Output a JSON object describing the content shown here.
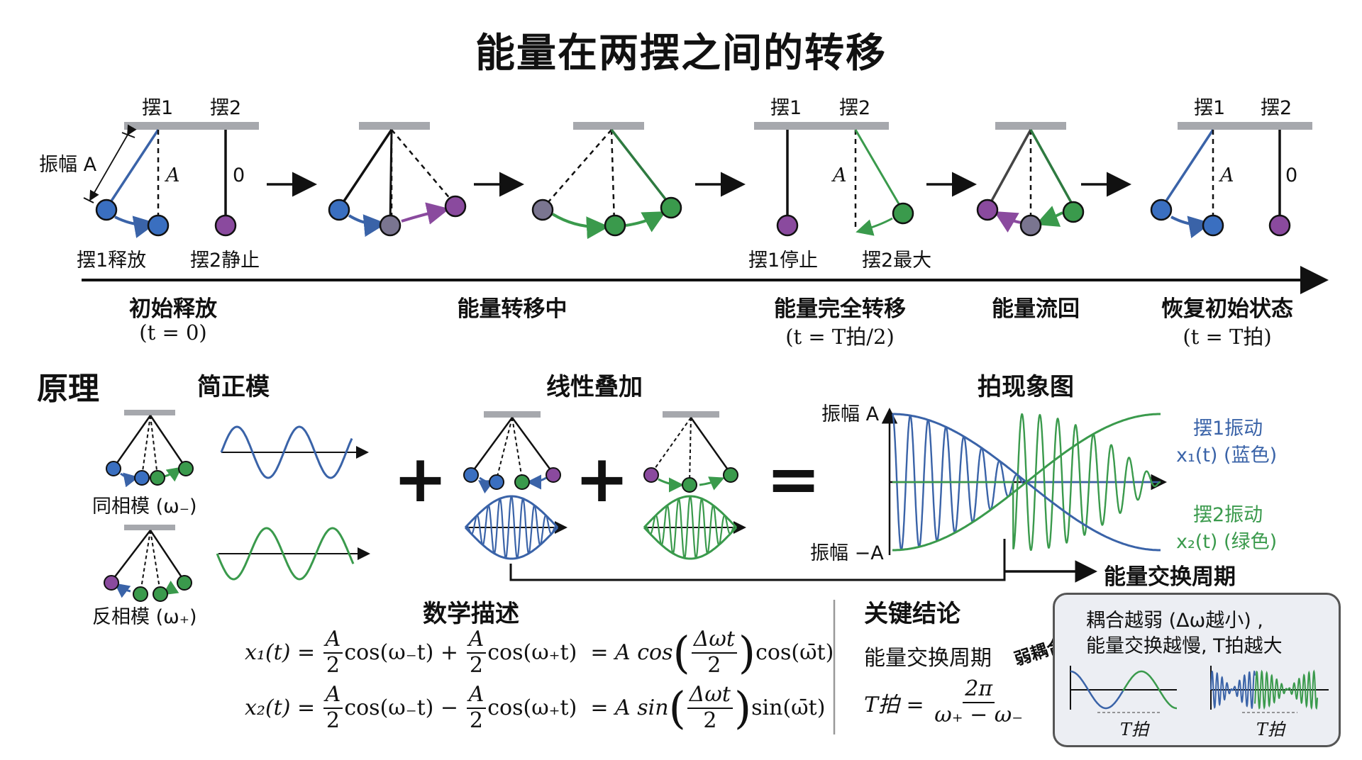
{
  "title": "能量在两摆之间的转移",
  "top": {
    "pend1": "摆1",
    "pend2": "摆2",
    "amplitude": "振幅 A",
    "A": "A",
    "zero": "0",
    "release1": "摆1释放",
    "rest2": "摆2静止",
    "stop1": "摆1停止",
    "max2": "摆2最大",
    "stages": [
      {
        "name": "初始释放",
        "time": "(t = 0)"
      },
      {
        "name": "能量转移中",
        "time": ""
      },
      {
        "name": "能量完全转移",
        "time": "(t = T拍/2)"
      },
      {
        "name": "能量流回",
        "time": ""
      },
      {
        "name": "恢复初始状态",
        "time": "(t = T拍)"
      }
    ]
  },
  "principle": {
    "heading": "原理",
    "normal_modes": "简正模",
    "in_phase": "同相模 (ω₋)",
    "anti_phase": "反相模 (ω₊)",
    "superposition": "线性叠加",
    "plus": "+",
    "equals": "=",
    "beat_title": "拍现象图",
    "amp_pos": "振幅 A",
    "amp_neg": "振幅 −A",
    "p1_vib": "摆1振动",
    "p1_sym": "x₁(t) (蓝色)",
    "p2_vib": "摆2振动",
    "p2_sym": "x₂(t) (绿色)",
    "exchange_period": "能量交换周期"
  },
  "math": {
    "heading": "数学描述",
    "x1_lhs": "x₁(t) =",
    "x2_lhs": "x₂(t) =",
    "A": "A",
    "two": "2",
    "cos_minus": "cos(ω₋t)",
    "cos_plus": "cos(ω₊t)",
    "plus_sign": "+",
    "minus_sign": "−",
    "eq_sign": "=",
    "A_cos": "A cos",
    "A_sin": "A sin",
    "dwt": "Δωt",
    "cos_bar": "cos(ω̄t)",
    "sin_bar": "sin(ω̄t)"
  },
  "conclusion": {
    "heading": "关键结论",
    "period_label": "能量交换周期",
    "T_beat": "T拍 =",
    "numerator": "2π",
    "denominator": "ω₊ − ω₋",
    "weak_coupling": "弱耦合",
    "callout_line1": "耦合越弱 (Δω越小) ,",
    "callout_line2": "能量交换越慢, T拍越大",
    "T_beat_small": "T拍"
  },
  "colors": {
    "blue": "#3a63a8",
    "green": "#3a9a4c",
    "purple": "#8a4a9e",
    "gray_ball": "#7a7590",
    "bar": "#a6a8ad"
  }
}
